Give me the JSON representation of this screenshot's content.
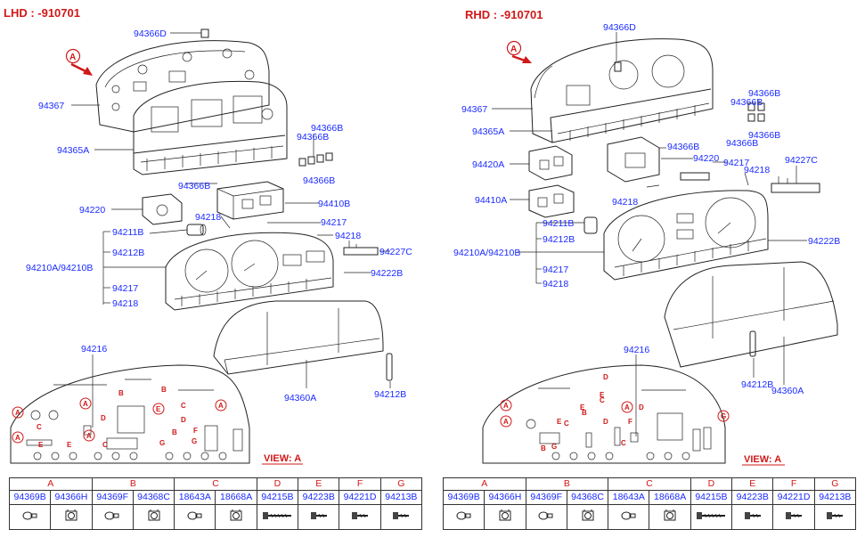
{
  "left": {
    "title": "LHD : -910701",
    "view_label": "VIEW: A",
    "view_marker": "A",
    "callouts": {
      "c94366D": "94366D",
      "c94367": "94367",
      "c94365A": "94365A",
      "c94366B_1": "94366B",
      "c94366B_2": "94366B",
      "c94366B_3": "94366B",
      "c94366B_4": "94366B",
      "c94220": "94220",
      "c94410B": "94410B",
      "c94218_1": "94218",
      "c94217_1": "94217",
      "c94218_2": "94218",
      "c94211B": "94211B",
      "c94212B_1": "94212B",
      "c94210": "94210A/94210B",
      "c94227C": "94227C",
      "c94222B": "94222B",
      "c94217_2": "94217",
      "c94218_3": "94218",
      "c94216": "94216",
      "c94360A": "94360A",
      "c94212B_2": "94212B"
    },
    "view_letters": [
      "A",
      "A",
      "A",
      "A",
      "A",
      "B",
      "B",
      "B",
      "C",
      "C",
      "C",
      "D",
      "D",
      "E",
      "E",
      "E",
      "F",
      "G",
      "G"
    ]
  },
  "right": {
    "title": "RHD : -910701",
    "view_label": "VIEW: A",
    "view_marker": "A",
    "callouts": {
      "c94366D": "94366D",
      "c94367": "94367",
      "c94365A": "94365A",
      "c94366B_1": "94366B",
      "c94366B_2": "94366B",
      "c94366B_3": "94366B",
      "c94366B_4": "94366B",
      "c94220": "94220",
      "c94420A": "94420A",
      "c94410A": "94410A",
      "c94217_1": "94217",
      "c94218_1": "94218",
      "c94227C": "94227C",
      "c94218_2": "94218",
      "c94211B": "94211B",
      "c94212B_1": "94212B",
      "c94210": "94210A/94210B",
      "c94222B": "94222B",
      "c94217_2": "94217",
      "c94218_3": "94218",
      "c94216": "94216",
      "c94212B_2": "94212B",
      "c94360A": "94360A"
    },
    "view_letters": [
      "A",
      "A",
      "A",
      "B",
      "B",
      "C",
      "C",
      "C",
      "D",
      "D",
      "D",
      "E",
      "E",
      "E",
      "F",
      "G",
      "G"
    ]
  },
  "tables": [
    {
      "groups": [
        {
          "letter": "A",
          "span": 2
        },
        {
          "letter": "B",
          "span": 2
        },
        {
          "letter": "C",
          "span": 2
        },
        {
          "letter": "D",
          "span": 1
        },
        {
          "letter": "E",
          "span": 1
        },
        {
          "letter": "F",
          "span": 1
        },
        {
          "letter": "G",
          "span": 1
        }
      ],
      "parts": [
        {
          "pn": "94369B",
          "icon": "bulb-icon"
        },
        {
          "pn": "94366H",
          "icon": "socket-icon"
        },
        {
          "pn": "94369F",
          "icon": "bulb-icon"
        },
        {
          "pn": "94368C",
          "icon": "socket-icon"
        },
        {
          "pn": "18643A",
          "icon": "bulb-icon"
        },
        {
          "pn": "18668A",
          "icon": "socket-icon"
        },
        {
          "pn": "94215B",
          "icon": "long-screw-icon"
        },
        {
          "pn": "94223B",
          "icon": "screw-icon"
        },
        {
          "pn": "94221D",
          "icon": "screw-icon"
        },
        {
          "pn": "94213B",
          "icon": "screw-icon"
        }
      ]
    },
    {
      "groups": [
        {
          "letter": "A",
          "span": 2
        },
        {
          "letter": "B",
          "span": 2
        },
        {
          "letter": "C",
          "span": 2
        },
        {
          "letter": "D",
          "span": 1
        },
        {
          "letter": "E",
          "span": 1
        },
        {
          "letter": "F",
          "span": 1
        },
        {
          "letter": "G",
          "span": 1
        }
      ],
      "parts": [
        {
          "pn": "94369B",
          "icon": "bulb-icon"
        },
        {
          "pn": "94366H",
          "icon": "socket-icon"
        },
        {
          "pn": "94369F",
          "icon": "bulb-icon"
        },
        {
          "pn": "94368C",
          "icon": "socket-icon"
        },
        {
          "pn": "18643A",
          "icon": "bulb-icon"
        },
        {
          "pn": "18668A",
          "icon": "socket-icon"
        },
        {
          "pn": "94215B",
          "icon": "long-screw-icon"
        },
        {
          "pn": "94223B",
          "icon": "screw-icon"
        },
        {
          "pn": "94221D",
          "icon": "screw-icon"
        },
        {
          "pn": "94213B",
          "icon": "screw-icon"
        }
      ]
    }
  ],
  "colors": {
    "header_red": "#d01818",
    "partno_blue": "#1a2aff",
    "line": "#222222"
  }
}
